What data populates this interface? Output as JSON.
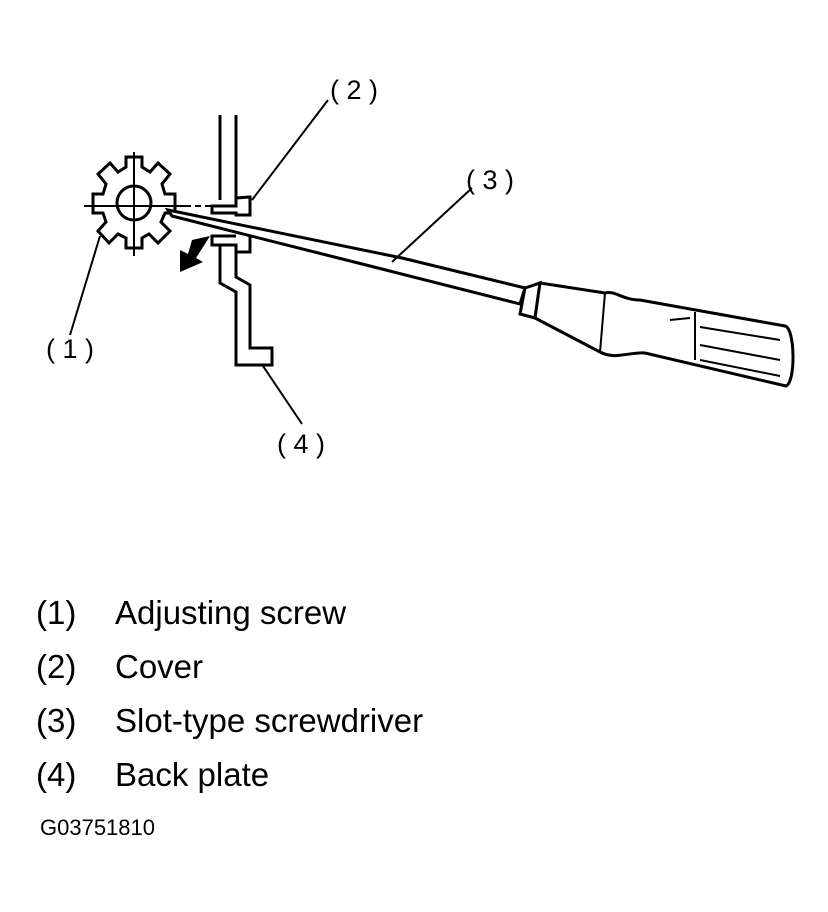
{
  "callouts": {
    "c1": "( 1 )",
    "c2": "( 2 )",
    "c3": "( 3 )",
    "c4": "( 4 )"
  },
  "legend": [
    {
      "num": "(1)",
      "text": "Adjusting screw"
    },
    {
      "num": "(2)",
      "text": "Cover"
    },
    {
      "num": "(3)",
      "text": "Slot-type screwdriver"
    },
    {
      "num": "(4)",
      "text": "Back plate"
    }
  ],
  "figure_id": "G03751810",
  "icons": [
    "adjusting-screw-icon",
    "screwdriver-icon",
    "rotation-arrow-icon"
  ]
}
